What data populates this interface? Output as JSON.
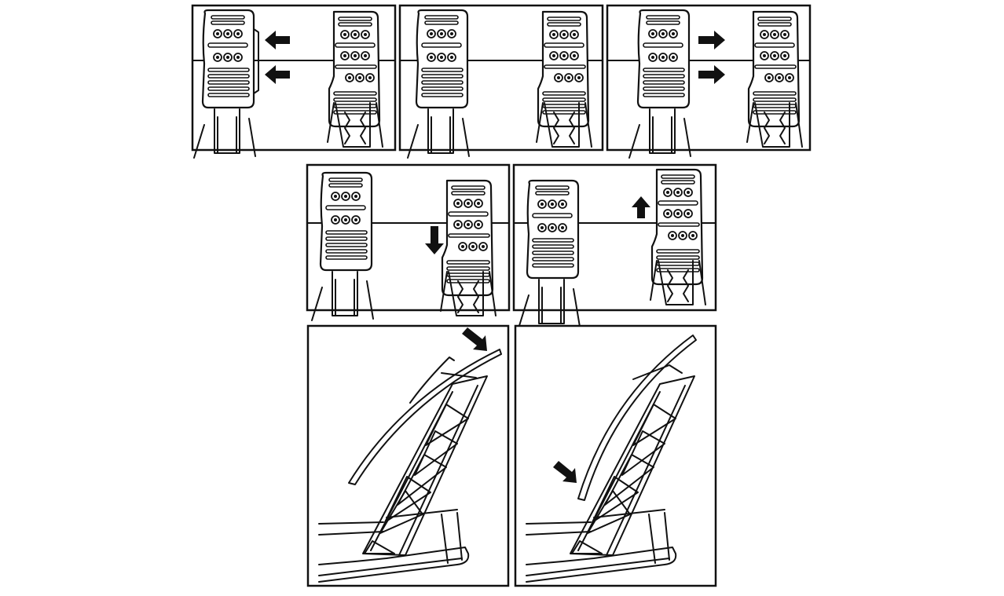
{
  "figure": {
    "panels": [
      {
        "id": "p1",
        "caption": "",
        "pedal_offset": "left",
        "arrows": [
          "left",
          "left"
        ]
      },
      {
        "id": "p2",
        "caption": "",
        "pedal_offset": "none",
        "arrows": []
      },
      {
        "id": "p3",
        "caption": "",
        "pedal_offset": "right",
        "arrows": [
          "right",
          "right"
        ]
      },
      {
        "id": "p4",
        "caption": "",
        "pedal_offset": "down",
        "arrows": [
          "down"
        ]
      },
      {
        "id": "p5",
        "caption": "",
        "pedal_offset": "up",
        "arrows": [
          "up"
        ]
      },
      {
        "id": "p6",
        "caption": "",
        "view": "side",
        "arrows": [
          "down-right"
        ]
      },
      {
        "id": "p7",
        "caption": "",
        "view": "side",
        "arrows": [
          "down-right"
        ]
      }
    ],
    "colors": {
      "line": "#111111",
      "background": "#ffffff"
    }
  }
}
